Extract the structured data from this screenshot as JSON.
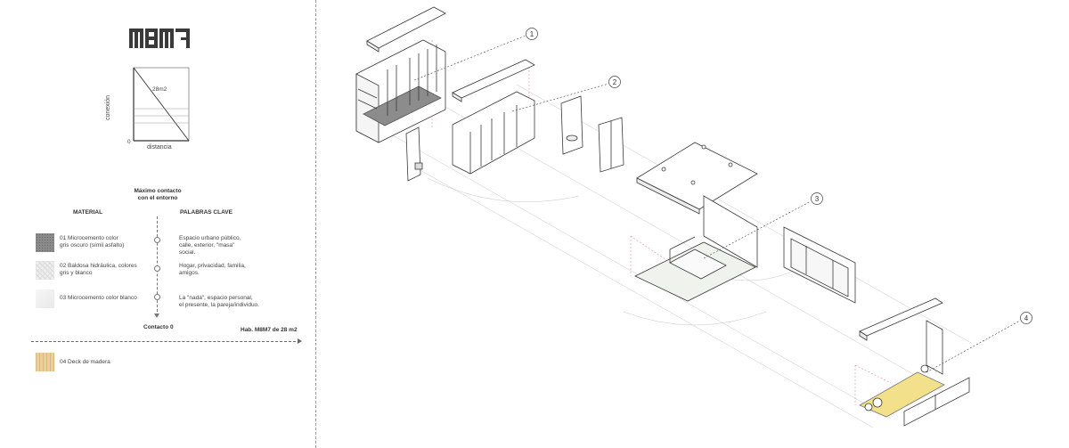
{
  "logo": {
    "text": "M8M7"
  },
  "diagram": {
    "area_label": "28m2",
    "y_axis_label": "conexión",
    "x_axis_label": "distancia",
    "origin_label": "0"
  },
  "legend": {
    "top_heading": "Máximo contacto\ncon el entorno",
    "col_material": "MATERIAL",
    "col_keywords": "PALABRAS CLAVE",
    "rows": [
      {
        "material": "01 Microcemento color\ngris oscuro (símil asfalto)",
        "keywords": "Espacio urbano público,\ncalle, exterior, \"masa\"\nsocial."
      },
      {
        "material": "02 Baldosa hidráulica, colores\ngris y blanco",
        "keywords": "Hogar, privacidad, familia,\namigos."
      },
      {
        "material": "03 Microcemento color blanco",
        "keywords": "La \"nada\", espacio personal,\nel presente, la pareja/individuo."
      }
    ],
    "bottom_heading": "Contacto 0",
    "room_label": "Hab. M8M7 de 28 m2",
    "extra_material": "04 Deck de madera"
  },
  "callouts": [
    "1",
    "2",
    "3",
    "4"
  ],
  "colors": {
    "floor_dark": "#8c8c8c",
    "deck": "#f3e08a",
    "guide_red": "#e88a9a",
    "line": "#3a3a3a"
  }
}
